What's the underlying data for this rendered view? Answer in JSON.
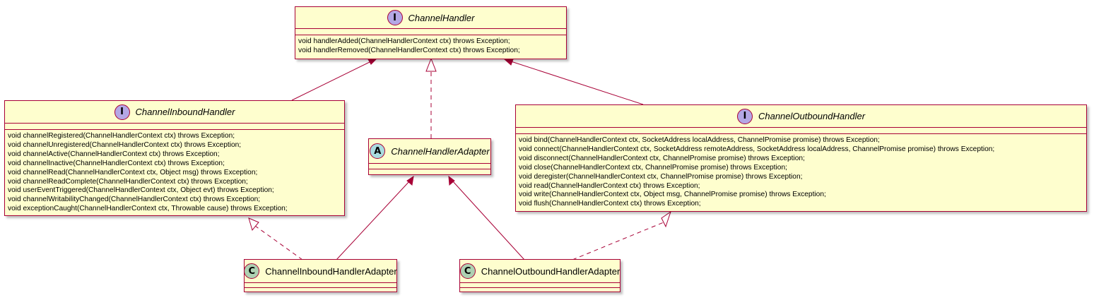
{
  "diagram": {
    "colors": {
      "class_fill": "#FEFECE",
      "border": "#A80036",
      "interface_badge": "#B4A7E5",
      "abstract_badge": "#A9DCDF",
      "class_badge": "#ADD1B2"
    },
    "channel_handler": {
      "stereotype": "I",
      "name": "ChannelHandler",
      "methods": [
        "void handlerAdded(ChannelHandlerContext ctx) throws Exception;",
        "void handlerRemoved(ChannelHandlerContext ctx) throws Exception;"
      ]
    },
    "channel_inbound_handler": {
      "stereotype": "I",
      "name": "ChannelInboundHandler",
      "methods": [
        "void channelRegistered(ChannelHandlerContext ctx) throws Exception;",
        "void channelUnregistered(ChannelHandlerContext ctx) throws Exception;",
        "void channelActive(ChannelHandlerContext ctx) throws Exception;",
        "void channelInactive(ChannelHandlerContext ctx) throws Exception;",
        "void channelRead(ChannelHandlerContext ctx, Object msg) throws Exception;",
        "void channelReadComplete(ChannelHandlerContext ctx) throws Exception;",
        "void userEventTriggered(ChannelHandlerContext ctx, Object evt) throws Exception;",
        "void channelWritabilityChanged(ChannelHandlerContext ctx) throws Exception;",
        "void exceptionCaught(ChannelHandlerContext ctx, Throwable cause) throws Exception;"
      ]
    },
    "channel_handler_adapter": {
      "stereotype": "A",
      "name": "ChannelHandlerAdapter"
    },
    "channel_outbound_handler": {
      "stereotype": "I",
      "name": "ChannelOutboundHandler",
      "methods": [
        "void bind(ChannelHandlerContext ctx, SocketAddress localAddress, ChannelPromise promise) throws Exception;",
        "void connect(ChannelHandlerContext ctx, SocketAddress remoteAddress, SocketAddress localAddress, ChannelPromise promise) throws Exception;",
        "void disconnect(ChannelHandlerContext ctx, ChannelPromise promise) throws Exception;",
        "void close(ChannelHandlerContext ctx, ChannelPromise promise) throws Exception;",
        "void deregister(ChannelHandlerContext ctx, ChannelPromise promise) throws Exception;",
        "void read(ChannelHandlerContext ctx) throws Exception;",
        "void write(ChannelHandlerContext ctx, Object msg, ChannelPromise promise) throws Exception;",
        "void flush(ChannelHandlerContext ctx) throws Exception;"
      ]
    },
    "channel_inbound_handler_adapter": {
      "stereotype": "C",
      "name": "ChannelInboundHandlerAdapter"
    },
    "channel_outbound_handler_adapter": {
      "stereotype": "C",
      "name": "ChannelOutboundHandlerAdapter"
    }
  }
}
